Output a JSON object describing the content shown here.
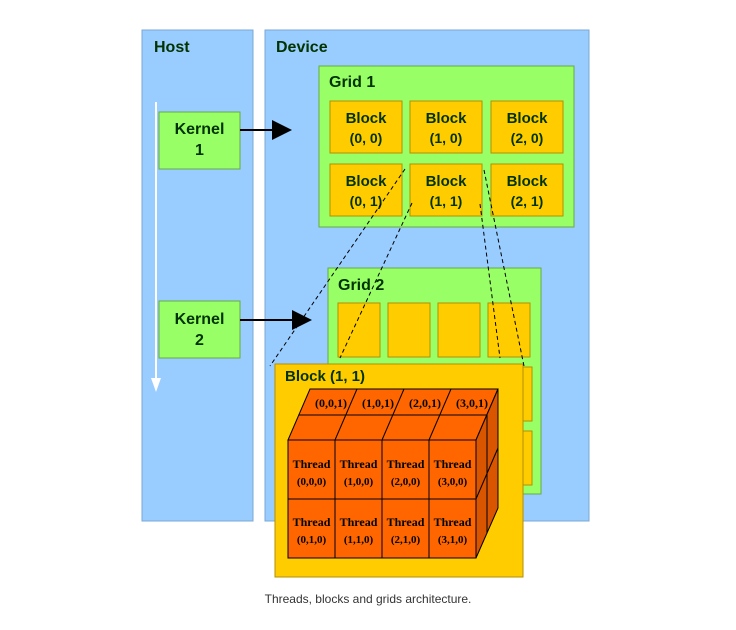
{
  "colors": {
    "panel_blue": "#99ccff",
    "grid_green": "#99ff66",
    "kernel_green": "#99ff66",
    "block_orange": "#ffcc00",
    "thread_orange": "#ff6600",
    "text_dark": "#003300"
  },
  "host": {
    "label": "Host"
  },
  "device": {
    "label": "Device"
  },
  "kernels": [
    {
      "line1": "Kernel",
      "line2": "1"
    },
    {
      "line1": "Kernel",
      "line2": "2"
    }
  ],
  "grid1": {
    "label": "Grid 1",
    "blocks": [
      {
        "label": "Block",
        "coord": "(0, 0)"
      },
      {
        "label": "Block",
        "coord": "(1, 0)"
      },
      {
        "label": "Block",
        "coord": "(2, 0)"
      },
      {
        "label": "Block",
        "coord": "(0, 1)"
      },
      {
        "label": "Block",
        "coord": "(1, 1)"
      },
      {
        "label": "Block",
        "coord": "(2, 1)"
      }
    ]
  },
  "grid2": {
    "label": "Grid 2"
  },
  "block_detail": {
    "label": "Block (1, 1)",
    "top_labels": [
      "(0,0,1)",
      "(1,0,1)",
      "(2,0,1)",
      "(3,0,1)"
    ],
    "threads": [
      {
        "label": "Thread",
        "coord": "(0,0,0)"
      },
      {
        "label": "Thread",
        "coord": "(1,0,0)"
      },
      {
        "label": "Thread",
        "coord": "(2,0,0)"
      },
      {
        "label": "Thread",
        "coord": "(3,0,0)"
      },
      {
        "label": "Thread",
        "coord": "(0,1,0)"
      },
      {
        "label": "Thread",
        "coord": "(1,1,0)"
      },
      {
        "label": "Thread",
        "coord": "(2,1,0)"
      },
      {
        "label": "Thread",
        "coord": "(3,1,0)"
      }
    ]
  },
  "caption": "Threads, blocks and grids architecture."
}
